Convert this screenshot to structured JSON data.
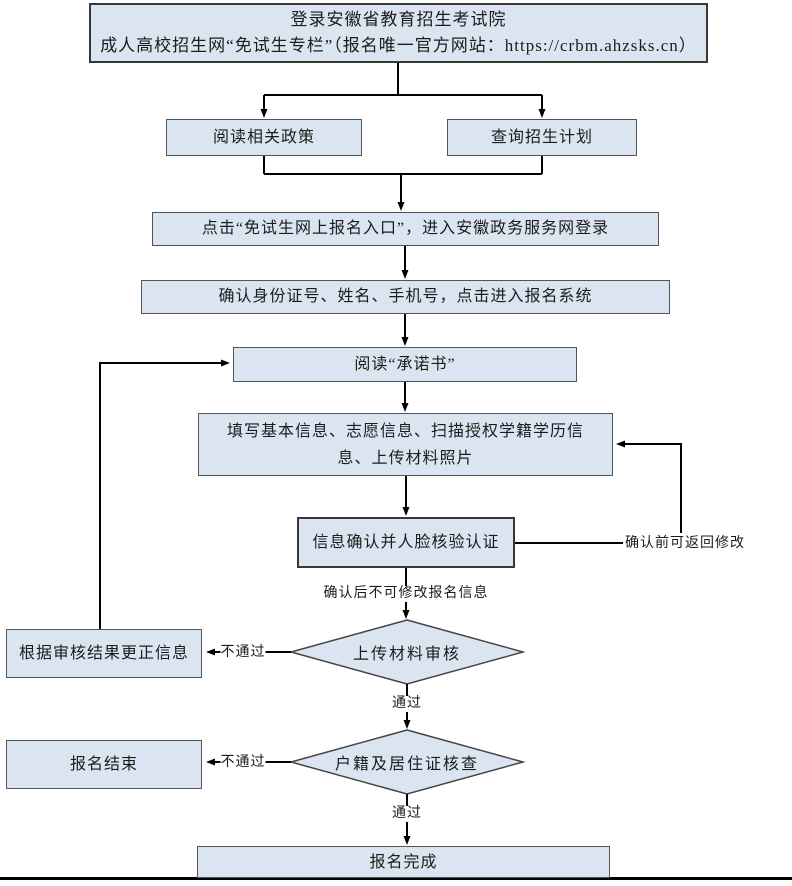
{
  "flowchart": {
    "nodes": {
      "login": {
        "line1": "登录安徽省教育招生考试院",
        "line2": "成人高校招生网“免试生专栏”（报名唯一官方网站：https://crbm.ahzsks.cn）"
      },
      "read_policy": {
        "text": "阅读相关政策"
      },
      "query_plan": {
        "text": "查询招生计划"
      },
      "click_entry": {
        "text": "点击“免试生网上报名入口”，进入安徽政务服务网登录"
      },
      "confirm_identity": {
        "text": "确认身份证号、姓名、手机号，点击进入报名系统"
      },
      "read_commitment": {
        "text": "阅读“承诺书”"
      },
      "fill_info": {
        "text": "填写基本信息、志愿信息、扫描授权学籍学历信息、上传材料照片"
      },
      "face_verification": {
        "text": "信息确认并人脸核验认证"
      },
      "correct_info": {
        "text": "根据审核结果更正信息"
      },
      "material_review": {
        "text": "上传材料审核"
      },
      "registration_end": {
        "text": "报名结束"
      },
      "residence_check": {
        "text": "户籍及居住证核查"
      },
      "registration_complete": {
        "text": "报名完成"
      }
    },
    "edge_labels": {
      "before_confirm": "确认前可返回修改",
      "after_confirm": "确认后不可修改报名信息",
      "material_fail": "不通过",
      "material_pass": "通过",
      "residence_fail": "不通过",
      "residence_pass": "通过"
    },
    "colors": {
      "node_fill": "#dbe5f1",
      "node_border": "#4d565f",
      "flow_line": "#000000"
    }
  }
}
